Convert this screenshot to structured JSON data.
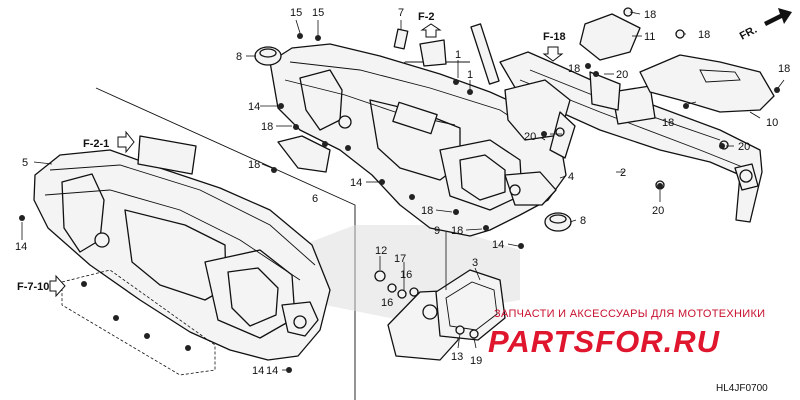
{
  "diagram": {
    "diagram_code": "HL4JF0700",
    "orientation_label": "FR.",
    "section_refs": [
      {
        "id": "f2",
        "text": "F-2"
      },
      {
        "id": "f18",
        "text": "F-18"
      },
      {
        "id": "f21",
        "text": "F-2-1"
      },
      {
        "id": "f710",
        "text": "F-7-10"
      }
    ],
    "callouts": [
      {
        "id": "c15a",
        "text": "15"
      },
      {
        "id": "c15b",
        "text": "15"
      },
      {
        "id": "c7",
        "text": "7"
      },
      {
        "id": "c8a",
        "text": "8"
      },
      {
        "id": "c1a",
        "text": "1"
      },
      {
        "id": "c1b",
        "text": "1"
      },
      {
        "id": "c14a",
        "text": "14"
      },
      {
        "id": "c18a",
        "text": "18"
      },
      {
        "id": "c18b",
        "text": "18"
      },
      {
        "id": "c6",
        "text": "6"
      },
      {
        "id": "c5",
        "text": "5"
      },
      {
        "id": "c14b",
        "text": "14"
      },
      {
        "id": "c14c",
        "text": "14"
      },
      {
        "id": "c14d",
        "text": "14"
      },
      {
        "id": "c18c",
        "text": "18"
      },
      {
        "id": "c18d",
        "text": "18"
      },
      {
        "id": "c9",
        "text": "9"
      },
      {
        "id": "c12",
        "text": "12"
      },
      {
        "id": "c17",
        "text": "17"
      },
      {
        "id": "c16a",
        "text": "16"
      },
      {
        "id": "c16b",
        "text": "16"
      },
      {
        "id": "c3",
        "text": "3"
      },
      {
        "id": "c13",
        "text": "13"
      },
      {
        "id": "c19",
        "text": "19"
      },
      {
        "id": "c4",
        "text": "4"
      },
      {
        "id": "c8b",
        "text": "8"
      },
      {
        "id": "c14e",
        "text": "14"
      },
      {
        "id": "c14f",
        "text": "14"
      },
      {
        "id": "c18e",
        "text": "18"
      },
      {
        "id": "c11",
        "text": "11"
      },
      {
        "id": "c18f",
        "text": "18"
      },
      {
        "id": "c18g",
        "text": "18"
      },
      {
        "id": "c20a",
        "text": "20"
      },
      {
        "id": "c18h",
        "text": "18"
      },
      {
        "id": "c10",
        "text": "10"
      },
      {
        "id": "c20b",
        "text": "20"
      },
      {
        "id": "c2",
        "text": "2"
      },
      {
        "id": "c20c",
        "text": "20"
      },
      {
        "id": "c20d",
        "text": "20"
      },
      {
        "id": "c18i",
        "text": "18"
      }
    ]
  },
  "watermark": {
    "tagline": "ЗАПЧАСТИ И АКСЕССУАРЫ ДЛЯ МОТОТЕХНИКИ",
    "brand": "PARTSFOR.RU",
    "color": "#e0152e"
  }
}
